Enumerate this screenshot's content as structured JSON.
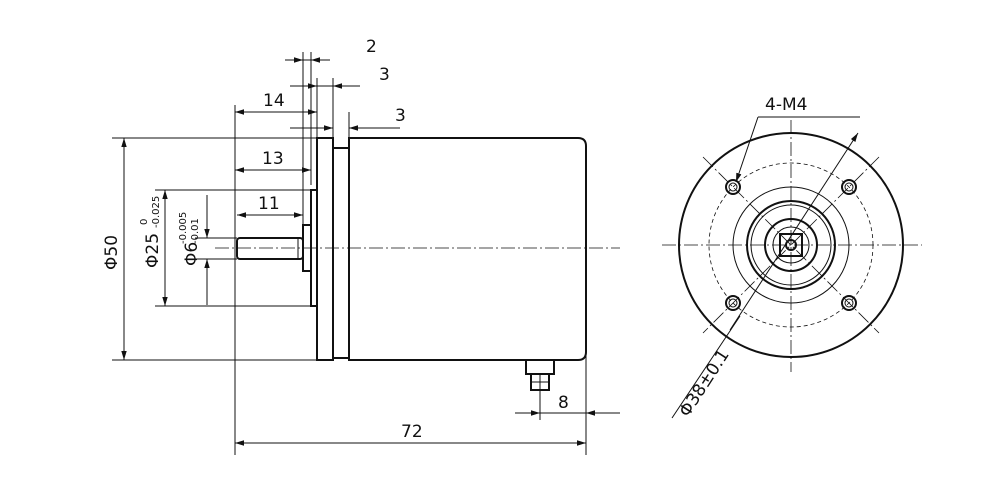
{
  "dims": {
    "d2": "2",
    "d3a": "3",
    "d3b": "3",
    "d14": "14",
    "d13": "13",
    "d11": "11",
    "d72": "72",
    "d8": "8",
    "phi50": "Φ50",
    "phi25_main": "Φ25",
    "phi25_upper": "0",
    "phi25_lower": "-0.025",
    "phi6_main": "Φ6",
    "phi6_upper": "-0.005",
    "phi6_lower": "-0.01",
    "m4": "4-M4",
    "phi38": "Φ38±0.1"
  }
}
